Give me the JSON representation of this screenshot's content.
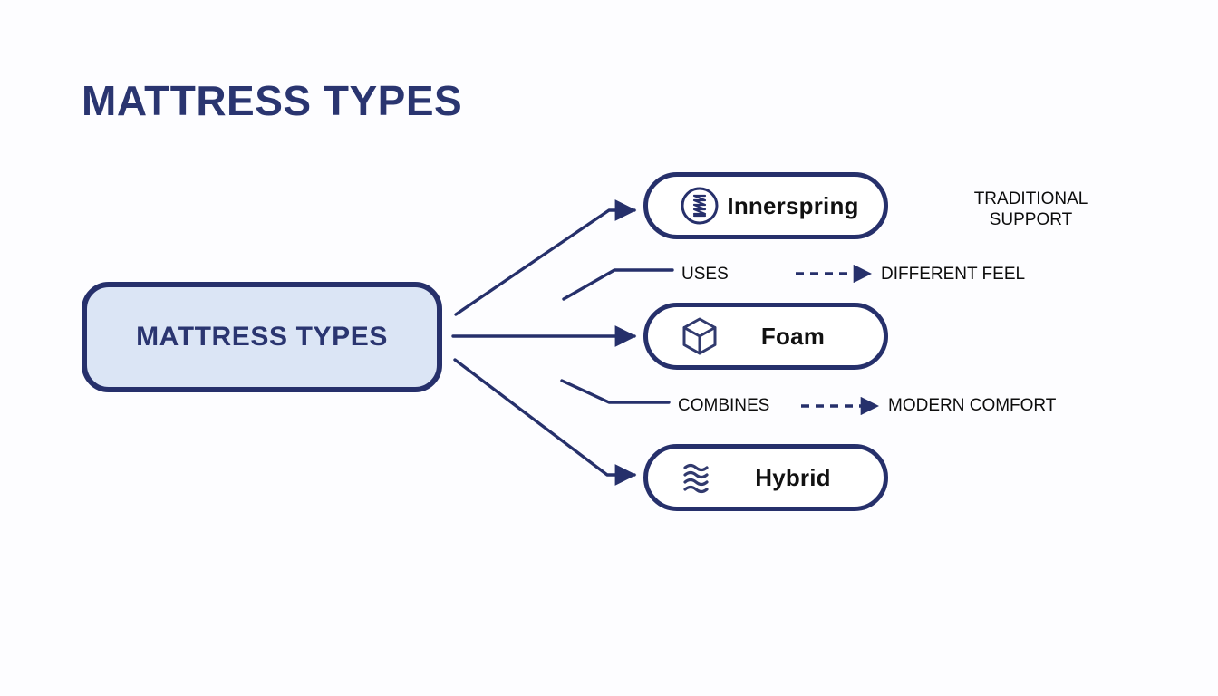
{
  "page": {
    "title": "MATTRESS TYPES",
    "background_color": "#fdfdff",
    "accent_color": "#26306b",
    "node_fill_color": "#dbe5f5",
    "text_color": "#0d0d0d"
  },
  "root_node": {
    "label": "MATTRESS TYPES"
  },
  "types": [
    {
      "label": "Innerspring",
      "icon": "coil-spring-circle-icon"
    },
    {
      "label": "Foam",
      "icon": "cube-icon"
    },
    {
      "label": "Hybrid",
      "icon": "waves-icon"
    }
  ],
  "annotations": {
    "traditional_support_line1": "TRADITIONAL",
    "traditional_support_line2": "SUPPORT",
    "uses": "USES",
    "different_feel": "DIFFERENT FEEL",
    "combines": "COMBINES",
    "modern_comfort": "MODERN COMFORT"
  },
  "connectors": {
    "root_to_innerspring": "solid-arrow",
    "root_to_foam": "solid-arrow",
    "root_to_hybrid": "solid-arrow",
    "uses_elbow": "elbow-line",
    "combines_elbow": "elbow-line",
    "uses_to_different_feel": "dashed-arrow",
    "combines_to_modern_comfort": "dashed-arrow"
  }
}
